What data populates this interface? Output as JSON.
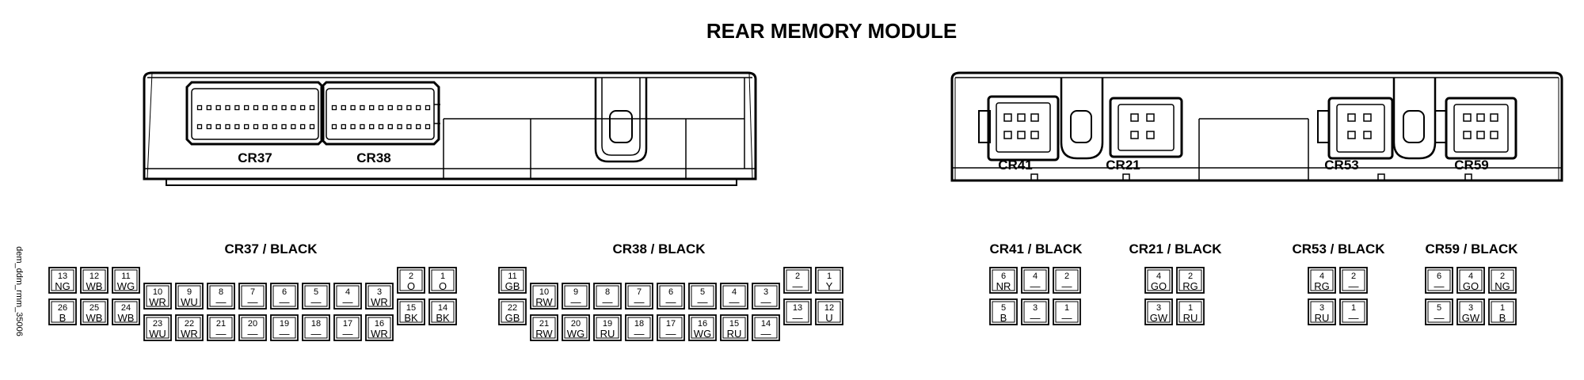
{
  "title": "REAR MEMORY MODULE",
  "side_label": "dem_ddm_rmm_35006",
  "module_left": {
    "connector_labels": [
      "CR37",
      "CR38"
    ]
  },
  "module_right": {
    "connector_labels": [
      "CR41",
      "CR21",
      "CR53",
      "CR59"
    ]
  },
  "connectors": [
    {
      "id": "cr37",
      "title": "CR37 / BLACK",
      "pins": [
        {
          "n": "13",
          "c": "NG"
        },
        {
          "n": "12",
          "c": "WB"
        },
        {
          "n": "11",
          "c": "WG"
        },
        {
          "n": "10",
          "c": "WR"
        },
        {
          "n": "9",
          "c": "WU"
        },
        {
          "n": "8",
          "c": "—"
        },
        {
          "n": "7",
          "c": "—"
        },
        {
          "n": "6",
          "c": "—"
        },
        {
          "n": "5",
          "c": "—"
        },
        {
          "n": "4",
          "c": "—"
        },
        {
          "n": "3",
          "c": "WR"
        },
        {
          "n": "2",
          "c": "O"
        },
        {
          "n": "1",
          "c": "O"
        },
        {
          "n": "26",
          "c": "B"
        },
        {
          "n": "25",
          "c": "WB"
        },
        {
          "n": "24",
          "c": "WB"
        },
        {
          "n": "23",
          "c": "WU"
        },
        {
          "n": "22",
          "c": "WR"
        },
        {
          "n": "21",
          "c": "—"
        },
        {
          "n": "20",
          "c": "—"
        },
        {
          "n": "19",
          "c": "—"
        },
        {
          "n": "18",
          "c": "—"
        },
        {
          "n": "17",
          "c": "—"
        },
        {
          "n": "16",
          "c": "WR"
        },
        {
          "n": "15",
          "c": "BK"
        },
        {
          "n": "14",
          "c": "BK"
        }
      ]
    },
    {
      "id": "cr38",
      "title": "CR38 / BLACK",
      "pins": [
        {
          "n": "11",
          "c": "GB"
        },
        {
          "n": "10",
          "c": "RW"
        },
        {
          "n": "9",
          "c": "—"
        },
        {
          "n": "8",
          "c": "—"
        },
        {
          "n": "7",
          "c": "—"
        },
        {
          "n": "6",
          "c": "—"
        },
        {
          "n": "5",
          "c": "—"
        },
        {
          "n": "4",
          "c": "—"
        },
        {
          "n": "3",
          "c": "—"
        },
        {
          "n": "2",
          "c": "—"
        },
        {
          "n": "1",
          "c": "Y"
        },
        {
          "n": "22",
          "c": "GB"
        },
        {
          "n": "21",
          "c": "RW"
        },
        {
          "n": "20",
          "c": "WG"
        },
        {
          "n": "19",
          "c": "RU"
        },
        {
          "n": "18",
          "c": "—"
        },
        {
          "n": "17",
          "c": "—"
        },
        {
          "n": "16",
          "c": "WG"
        },
        {
          "n": "15",
          "c": "RU"
        },
        {
          "n": "14",
          "c": "—"
        },
        {
          "n": "13",
          "c": "—"
        },
        {
          "n": "12",
          "c": "U"
        }
      ]
    },
    {
      "id": "cr41",
      "title": "CR41 / BLACK",
      "pins": [
        {
          "n": "6",
          "c": "NR"
        },
        {
          "n": "4",
          "c": "—"
        },
        {
          "n": "2",
          "c": "—"
        },
        {
          "n": "5",
          "c": "B"
        },
        {
          "n": "3",
          "c": "—"
        },
        {
          "n": "1",
          "c": "—"
        }
      ]
    },
    {
      "id": "cr21",
      "title": "CR21 / BLACK",
      "pins": [
        {
          "n": "4",
          "c": "GO"
        },
        {
          "n": "2",
          "c": "RG"
        },
        {
          "n": "3",
          "c": "GW"
        },
        {
          "n": "1",
          "c": "RU"
        }
      ]
    },
    {
      "id": "cr53",
      "title": "CR53 / BLACK",
      "pins": [
        {
          "n": "4",
          "c": "RG"
        },
        {
          "n": "2",
          "c": "—"
        },
        {
          "n": "3",
          "c": "RU"
        },
        {
          "n": "1",
          "c": "—"
        }
      ]
    },
    {
      "id": "cr59",
      "title": "CR59 / BLACK",
      "pins": [
        {
          "n": "6",
          "c": "—"
        },
        {
          "n": "4",
          "c": "GO"
        },
        {
          "n": "2",
          "c": "NG"
        },
        {
          "n": "5",
          "c": "—"
        },
        {
          "n": "3",
          "c": "GW"
        },
        {
          "n": "1",
          "c": "B"
        }
      ]
    }
  ]
}
